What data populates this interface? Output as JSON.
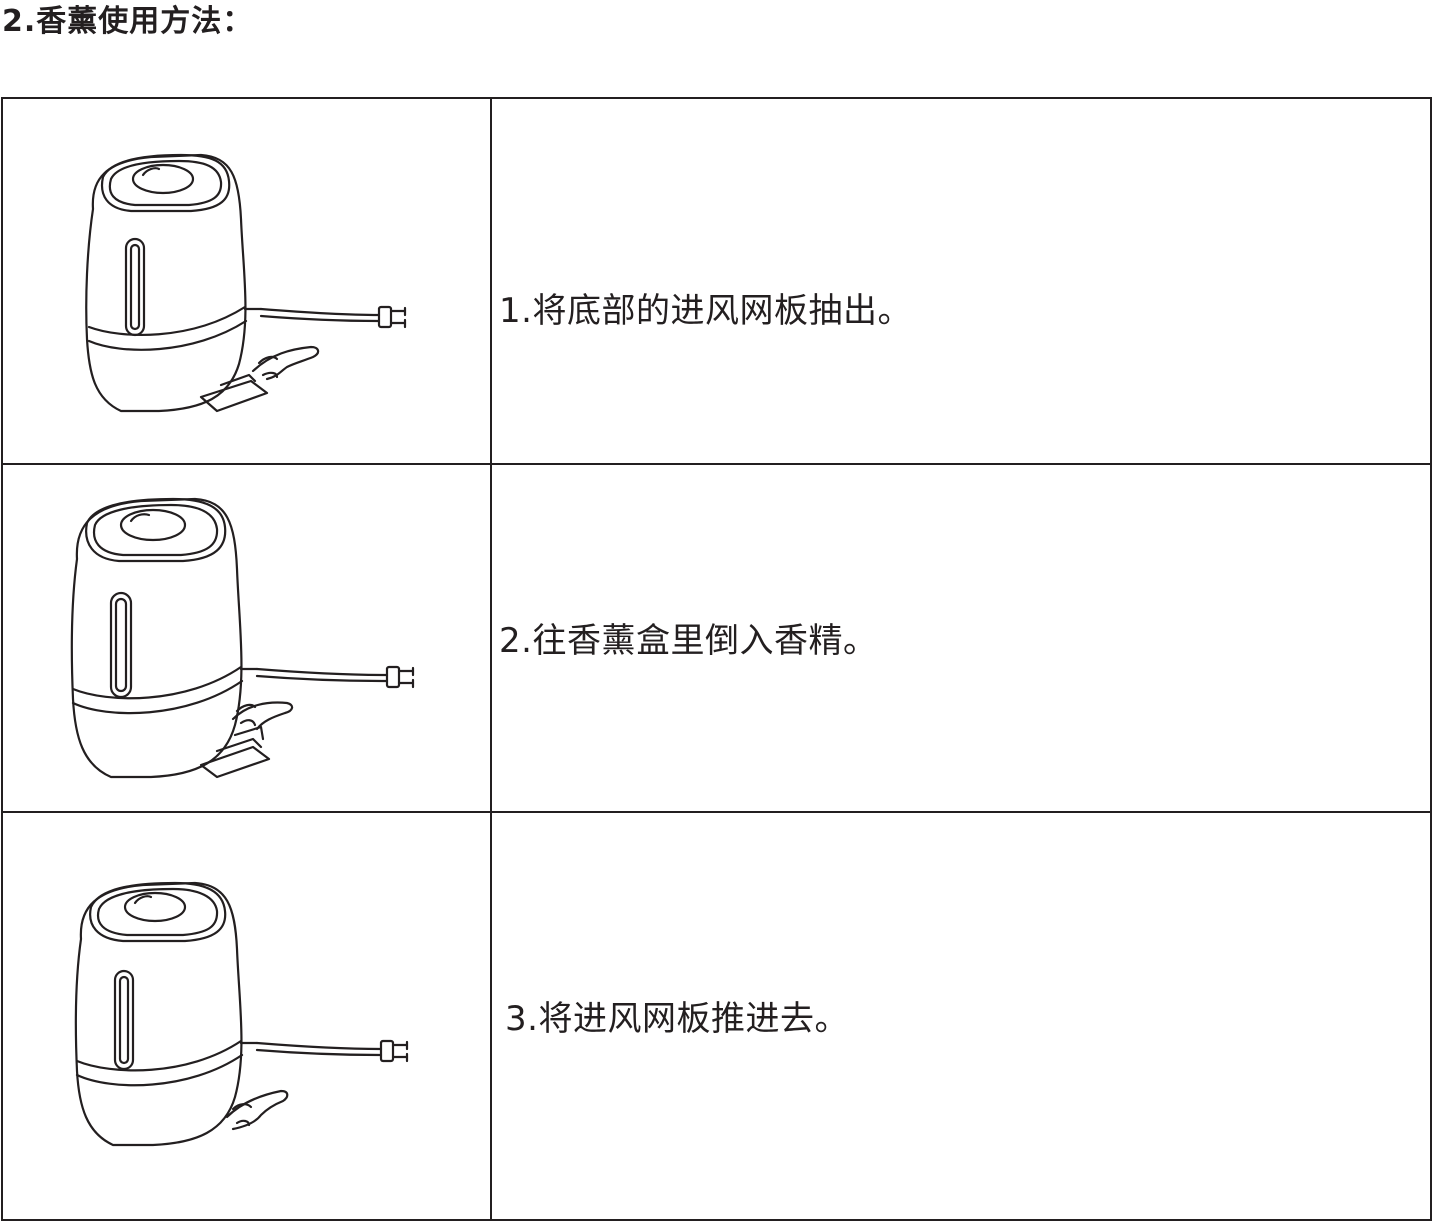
{
  "title": "2.香薰使用方法：",
  "steps": [
    {
      "text": "1.将底部的进风网板抽出。",
      "illustration": "humidifier-pull-out-panel"
    },
    {
      "text": "2.往香薰盒里倒入香精。",
      "illustration": "humidifier-pour-essence"
    },
    {
      "text": "3.将进风网板推进去。",
      "illustration": "humidifier-push-in-panel"
    }
  ],
  "colors": {
    "line": "#231f20",
    "background": "#ffffff"
  }
}
